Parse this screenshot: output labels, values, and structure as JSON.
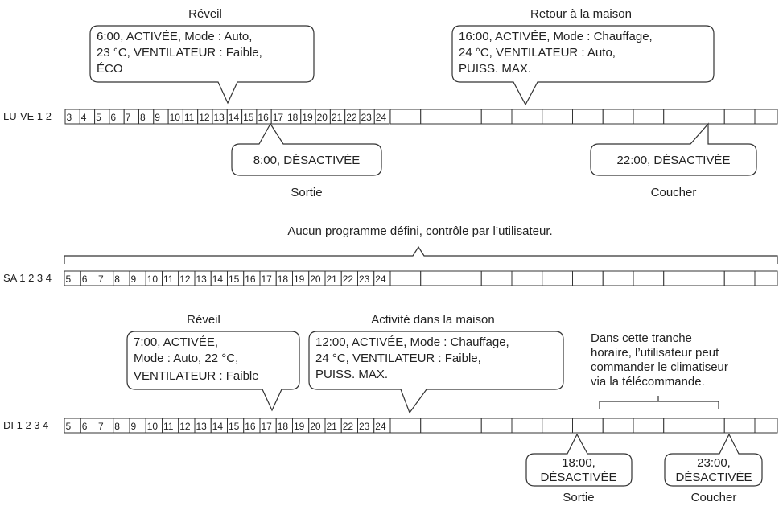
{
  "weekday": {
    "label": "LU-VE 1 2",
    "hours": [
      "3",
      "4",
      "5",
      "6",
      "7",
      "8",
      "9",
      "10",
      "11",
      "12",
      "13",
      "14",
      "15",
      "16",
      "17",
      "18",
      "19",
      "20",
      "21",
      "22",
      "23",
      "24"
    ],
    "wake": {
      "caption": "Réveil",
      "lines": [
        "6:00, ACTIVÉE, Mode : Auto,",
        "23 °C, VENTILATEUR : Faible,",
        "ÉCO"
      ]
    },
    "return": {
      "caption": "Retour à la maison",
      "lines": [
        "16:00, ACTIVÉE, Mode : Chauffage,",
        "24 °C, VENTILATEUR : Auto,",
        "PUISS. MAX."
      ]
    },
    "out": {
      "caption": "Sortie",
      "lines": [
        "8:00, DÉSACTIVÉE"
      ]
    },
    "bed": {
      "caption": "Coucher",
      "lines": [
        "22:00, DÉSACTIVÉE"
      ]
    }
  },
  "saturday": {
    "label": "SA 1 2 3 4",
    "hours": [
      "5",
      "6",
      "7",
      "8",
      "9",
      "10",
      "11",
      "12",
      "13",
      "14",
      "15",
      "16",
      "17",
      "18",
      "19",
      "20",
      "21",
      "22",
      "23",
      "24"
    ],
    "note": "Aucun programme défini, contrôle par l’utilisateur."
  },
  "sunday": {
    "label": "DI 1 2 3 4",
    "hours": [
      "5",
      "6",
      "7",
      "8",
      "9",
      "10",
      "11",
      "12",
      "13",
      "14",
      "15",
      "16",
      "17",
      "18",
      "19",
      "20",
      "21",
      "22",
      "23",
      "24"
    ],
    "wake": {
      "caption": "Réveil",
      "lines": [
        "7:00, ACTIVÉE,",
        "Mode : Auto, 22 °C,",
        "VENTILATEUR : Faible"
      ]
    },
    "home": {
      "caption": "Activité dans la maison",
      "lines": [
        "12:00, ACTIVÉE, Mode : Chauffage,",
        "24 °C, VENTILATEUR : Faible,",
        "PUISS. MAX."
      ]
    },
    "note": [
      "Dans cette tranche",
      "horaire, l’utilisateur peut",
      "commander le climatiseur",
      "via la télécommande."
    ],
    "out": {
      "caption": "Sortie",
      "lines": [
        "18:00,",
        "DÉSACTIVÉE"
      ]
    },
    "bed": {
      "caption": "Coucher",
      "lines": [
        "23:00,",
        "DÉSACTIVÉE"
      ]
    }
  }
}
